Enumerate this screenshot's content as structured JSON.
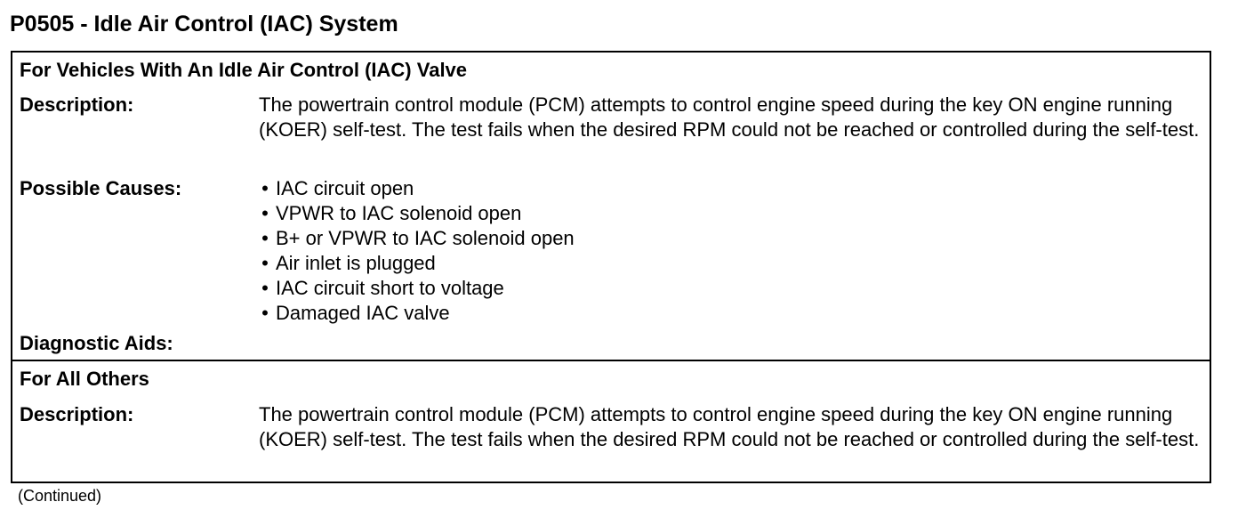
{
  "title": "P0505 - Idle Air Control (IAC) System",
  "section1": {
    "heading": "For Vehicles With An Idle Air Control (IAC) Valve",
    "description_label": "Description:",
    "description_text": "The powertrain control module (PCM) attempts to control engine speed during the key ON engine running (KOER) self-test. The test fails when the desired RPM could not be reached or controlled during the self-test.",
    "causes_label": "Possible Causes:",
    "causes": [
      "IAC circuit open",
      "VPWR to IAC solenoid open",
      "B+ or VPWR to IAC solenoid open",
      "Air inlet is plugged",
      "IAC circuit short to voltage",
      "Damaged IAC valve"
    ],
    "aids_label": "Diagnostic Aids:"
  },
  "section2": {
    "heading": "For All Others",
    "description_label": "Description:",
    "description_text": "The powertrain control module (PCM) attempts to control engine speed during the key ON engine running (KOER) self-test. The test fails when the desired RPM could not be reached or controlled during the self-test."
  },
  "footer": {
    "continued": "(Continued)"
  },
  "bullet_glyph": "•"
}
